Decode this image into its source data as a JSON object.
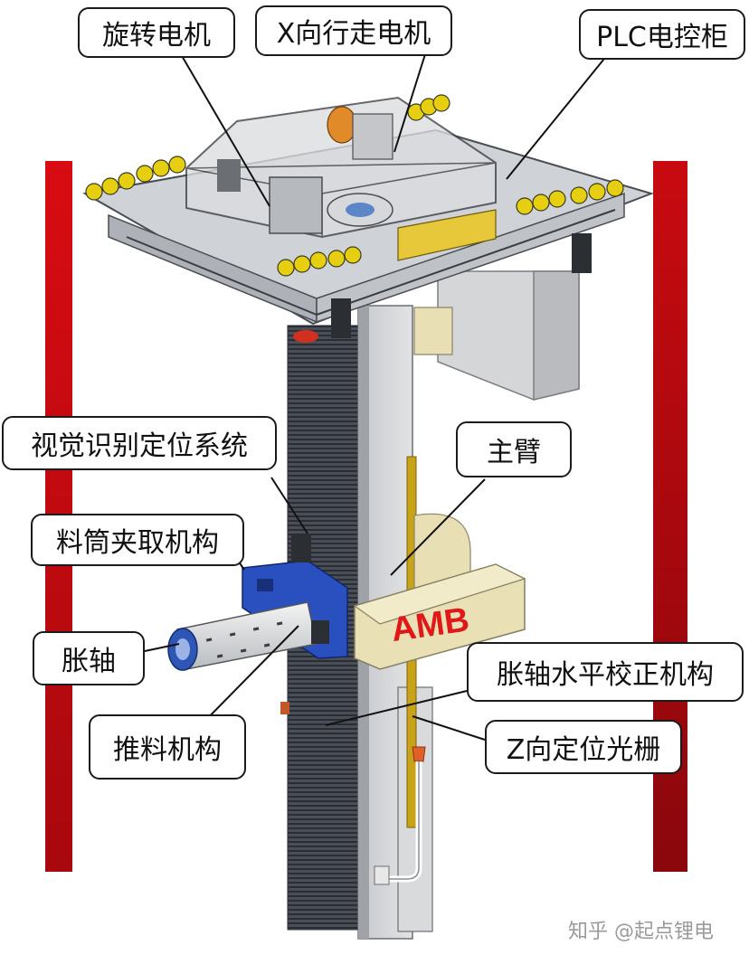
{
  "labels": {
    "rotary_motor": "旋转电机",
    "x_travel_motor": "X向行走电机",
    "plc_cabinet": "PLC电控柜",
    "vision_system": "视觉识别定位系统",
    "main_arm": "主臂",
    "reel_gripper": "料筒夹取机构",
    "expanding_shaft": "胀轴",
    "shaft_leveling": "胀轴水平校正机构",
    "pusher": "推料机构",
    "z_grating": "Z向定位光栅"
  },
  "logo_text": "AMB",
  "watermark": "知乎 @起点锂电",
  "colors": {
    "rail_red": "#d60a12",
    "cream": "#e8dfb4",
    "blue_plate": "#2a4fbf",
    "yellow_wheel": "#e6cf10",
    "logo_red": "#e01818"
  }
}
